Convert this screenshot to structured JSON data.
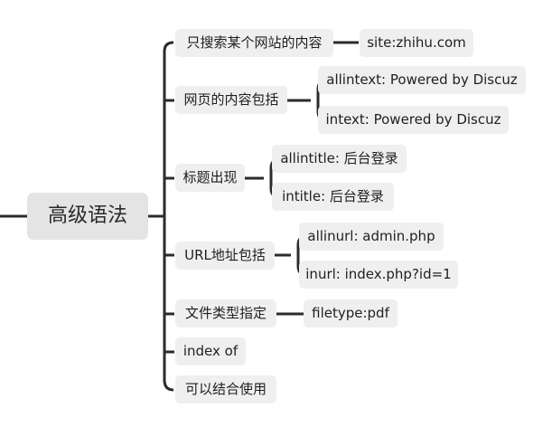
{
  "root": {
    "label": "高级语法"
  },
  "branches": [
    {
      "label": "只搜索某个网站的内容",
      "children": [
        "site:zhihu.com"
      ]
    },
    {
      "label": "网页的内容包括",
      "children": [
        "allintext: Powered by Discuz",
        "intext: Powered by Discuz"
      ]
    },
    {
      "label": "标题出现",
      "children": [
        "allintitle: 后台登录",
        "intitle: 后台登录"
      ]
    },
    {
      "label": "URL地址包括",
      "children": [
        "allinurl: admin.php",
        "inurl: index.php?id=1"
      ]
    },
    {
      "label": "文件类型指定",
      "children": [
        "filetype:pdf"
      ]
    },
    {
      "label": "index of",
      "children": []
    },
    {
      "label": "可以结合使用",
      "children": []
    }
  ],
  "colors": {
    "line": "#2b2b2b",
    "node_bg": "#efefef",
    "root_bg": "#e4e4e4",
    "text": "#1f1f1f"
  }
}
